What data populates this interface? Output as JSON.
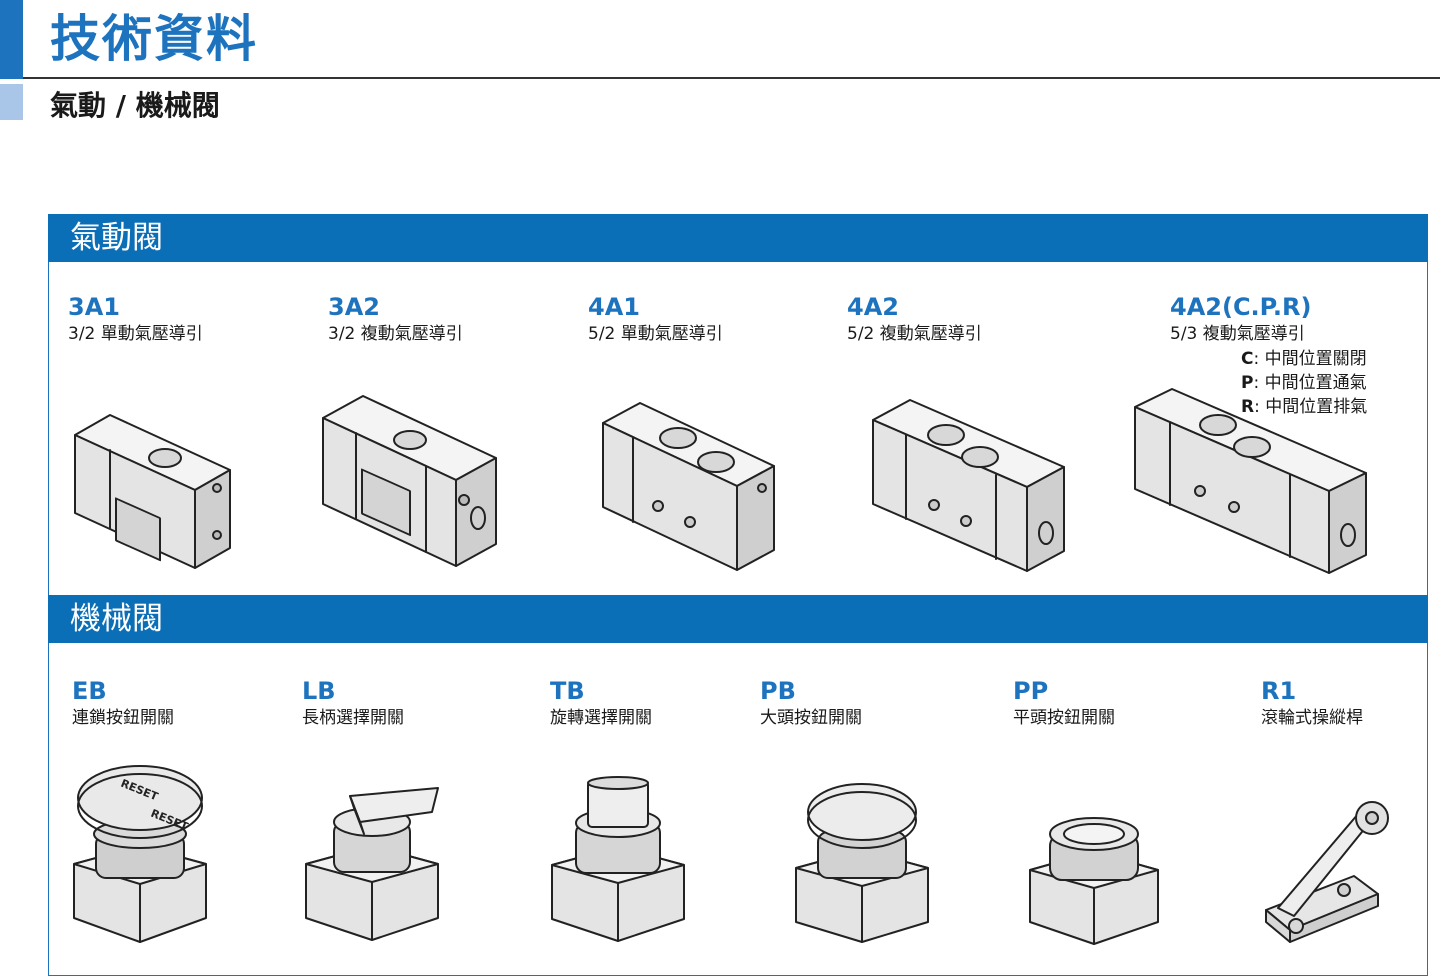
{
  "page": {
    "title": "技術資料",
    "subtitle": "氣動 / 機械閥"
  },
  "sections": {
    "pneumatic": {
      "header": "氣動閥",
      "items": [
        {
          "code": "3A1",
          "desc": "3/2 單動氣壓導引",
          "icon": "valve-3a1-icon"
        },
        {
          "code": "3A2",
          "desc": "3/2 複動氣壓導引",
          "icon": "valve-3a2-icon"
        },
        {
          "code": "4A1",
          "desc": "5/2 單動氣壓導引",
          "icon": "valve-4a1-icon"
        },
        {
          "code": "4A2",
          "desc": "5/2 複動氣壓導引",
          "icon": "valve-4a2-icon"
        },
        {
          "code": "4A2(C.P.R)",
          "desc": "5/3 複動氣壓導引",
          "icon": "valve-4a2cpr-icon",
          "modes": [
            {
              "letter": "C",
              "text": ": 中間位置關閉"
            },
            {
              "letter": "P",
              "text": ": 中間位置通氣"
            },
            {
              "letter": "R",
              "text": ": 中間位置排氣"
            }
          ]
        }
      ]
    },
    "mechanical": {
      "header": "機械閥",
      "items": [
        {
          "code": "EB",
          "desc": "連鎖按鈕開關",
          "icon": "emergency-button-icon",
          "button_text": "RESET"
        },
        {
          "code": "LB",
          "desc": "長柄選擇開關",
          "icon": "lever-selector-icon"
        },
        {
          "code": "TB",
          "desc": "旋轉選擇開關",
          "icon": "rotary-selector-icon"
        },
        {
          "code": "PB",
          "desc": "大頭按鈕開關",
          "icon": "mushroom-button-icon"
        },
        {
          "code": "PP",
          "desc": "平頭按鈕開關",
          "icon": "flat-button-icon"
        },
        {
          "code": "R1",
          "desc": "滾輪式操縱桿",
          "icon": "roller-lever-icon"
        }
      ]
    }
  },
  "colors": {
    "accent": "#1e73be",
    "header_bg": "#0b6fb8",
    "light_accent": "#a9c6e8",
    "illustration_fill": "#e4e4e4"
  }
}
